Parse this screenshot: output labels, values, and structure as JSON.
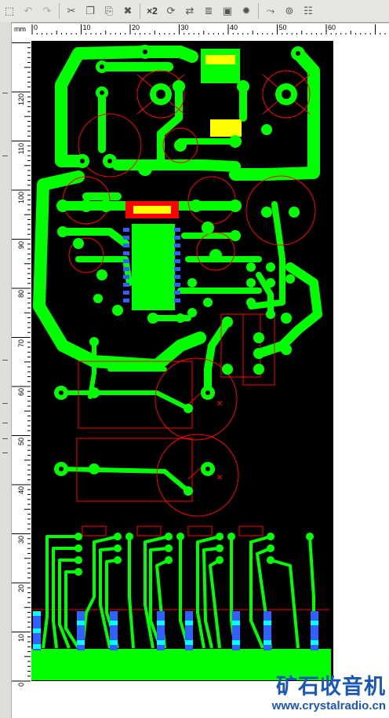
{
  "toolbar": {
    "zoom_label": "×2",
    "buttons": [
      {
        "name": "select-tool-icon",
        "glyph": "⬚"
      },
      {
        "name": "undo-icon",
        "glyph": "↶"
      },
      {
        "name": "redo-icon",
        "glyph": "↷"
      },
      {
        "name": "cut-icon",
        "glyph": "✂"
      },
      {
        "name": "copy-icon",
        "glyph": "❐"
      },
      {
        "name": "paste-icon",
        "glyph": "⎘"
      },
      {
        "name": "delete-icon",
        "glyph": "✖"
      },
      {
        "name": "refresh-icon",
        "glyph": "⟳"
      },
      {
        "name": "mirror-icon",
        "glyph": "⇄"
      },
      {
        "name": "component-icon",
        "glyph": "≣"
      },
      {
        "name": "image-icon",
        "glyph": "▣"
      },
      {
        "name": "star-icon",
        "glyph": "✹"
      },
      {
        "name": "route-icon",
        "glyph": "⤳"
      },
      {
        "name": "lock-icon",
        "glyph": "⊚"
      },
      {
        "name": "group-icon",
        "glyph": "☷"
      }
    ]
  },
  "ruler": {
    "unit": "mm",
    "h_labels": [
      "0",
      "10",
      "20",
      "30",
      "40",
      "50",
      "60"
    ],
    "v_labels": [
      "120",
      "110",
      "100",
      "90",
      "80",
      "70",
      "60",
      "50",
      "40",
      "30",
      "20",
      "10",
      "0"
    ]
  },
  "watermark": {
    "text_cn": "矿石收音机",
    "url": "www.crystalradio.cn"
  },
  "colors": {
    "board": "#000000",
    "copper": "#00ff00",
    "silkscreen": "#ff0000",
    "smd_pad": "#3060ff",
    "accent_pad": "#00ffff",
    "highlight": "#ffff00",
    "watermark": "#1a57b8"
  }
}
